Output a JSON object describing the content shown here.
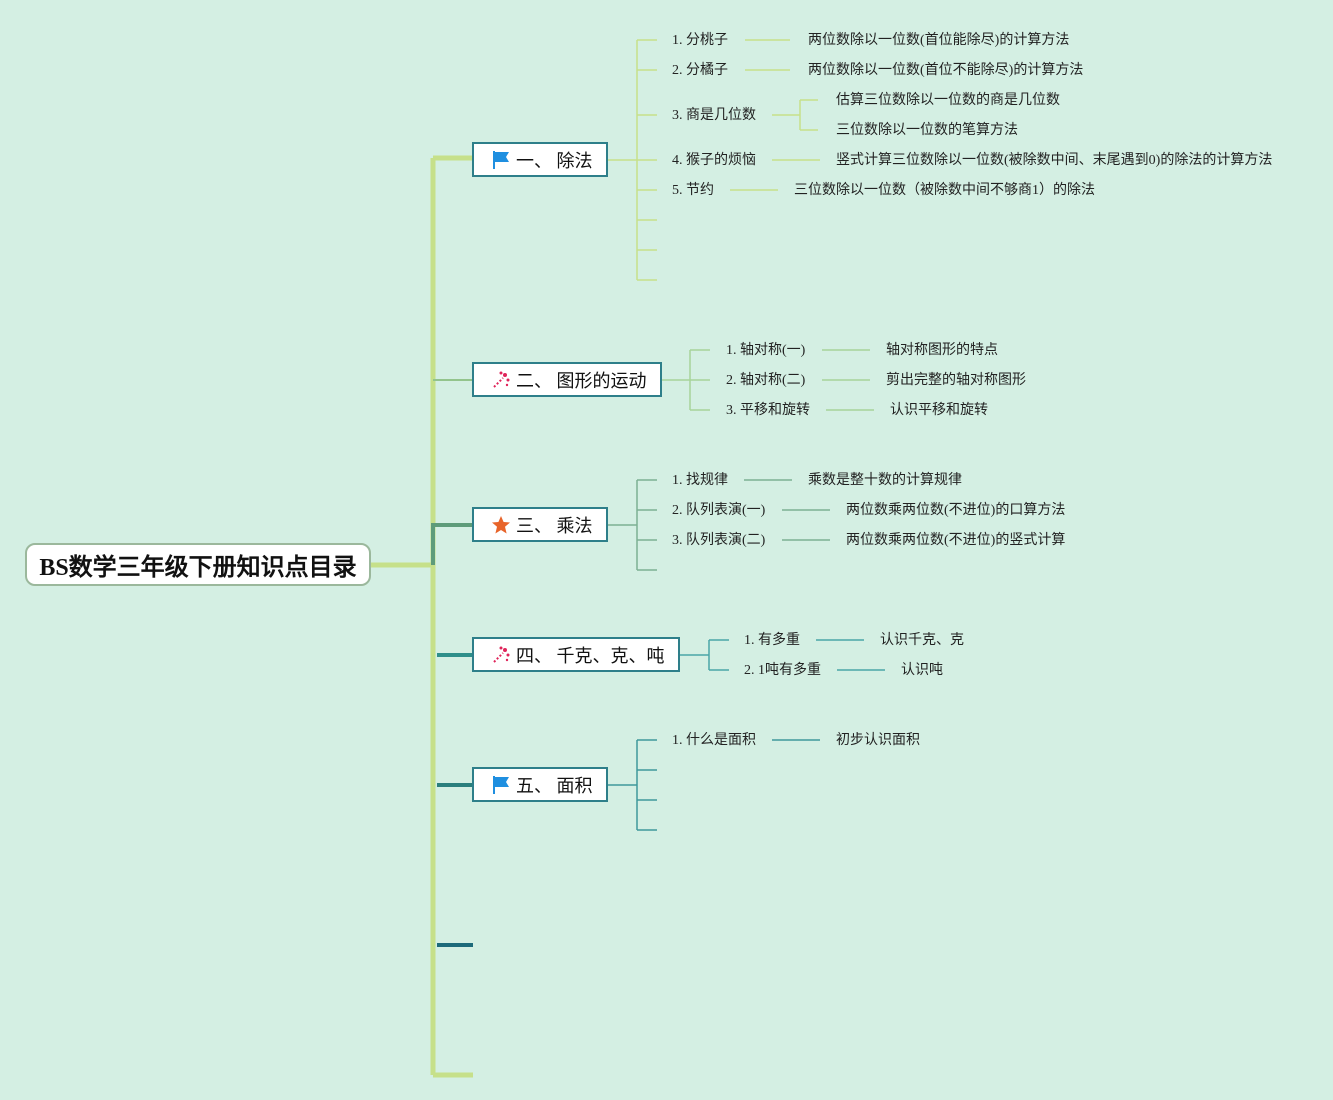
{
  "root": {
    "title": "BS数学三年级下册知识点目录"
  },
  "colors": {
    "background": "#d4efe3",
    "trunk": "#c6e08a",
    "branch_border": "#2e7f8a",
    "branch1_link": "#c6e08a",
    "branch2_link": "#93c48c",
    "branch3_link": "#5e9c7a",
    "branch4_link": "#2e8f8a",
    "branch5_link": "#2a7f7d",
    "empty_branch_link": "#1d6a7a",
    "flag_icon": "#1f8fe0",
    "star_icon": "#e8642a",
    "sparkle_icon": "#e0245a"
  },
  "branches": [
    {
      "label": "一、 除法",
      "icon": "flag-icon",
      "topics": [
        {
          "label": "1. 分桃子",
          "details": [
            "两位数除以一位数(首位能除尽)的计算方法"
          ]
        },
        {
          "label": "2. 分橘子",
          "details": [
            "两位数除以一位数(首位不能除尽)的计算方法"
          ]
        },
        {
          "label": "3. 商是几位数",
          "details": [
            "估算三位数除以一位数的商是几位数",
            "三位数除以一位数的笔算方法"
          ]
        },
        {
          "label": "4. 猴子的烦恼",
          "details": [
            "竖式计算三位数除以一位数(被除数中间、末尾遇到0)的除法的计算方法"
          ]
        },
        {
          "label": "5. 节约",
          "details": [
            "三位数除以一位数（被除数中间不够商1）的除法"
          ]
        }
      ]
    },
    {
      "label": "二、 图形的运动",
      "icon": "sparkle-icon",
      "topics": [
        {
          "label": "1. 轴对称(一)",
          "details": [
            "轴对称图形的特点"
          ]
        },
        {
          "label": "2. 轴对称(二)",
          "details": [
            "剪出完整的轴对称图形"
          ]
        },
        {
          "label": "3. 平移和旋转",
          "details": [
            "认识平移和旋转"
          ]
        }
      ]
    },
    {
      "label": "三、 乘法",
      "icon": "star-icon",
      "topics": [
        {
          "label": "1. 找规律",
          "details": [
            "乘数是整十数的计算规律"
          ]
        },
        {
          "label": "2. 队列表演(一)",
          "details": [
            "两位数乘两位数(不进位)的口算方法"
          ]
        },
        {
          "label": "3. 队列表演(二)",
          "details": [
            "两位数乘两位数(不进位)的竖式计算"
          ]
        }
      ]
    },
    {
      "label": "四、 千克、克、吨",
      "icon": "sparkle-icon",
      "topics": [
        {
          "label": "1. 有多重",
          "details": [
            "认识千克、克"
          ]
        },
        {
          "label": "2. 1吨有多重",
          "details": [
            "认识吨"
          ]
        }
      ]
    },
    {
      "label": "五、 面积",
      "icon": "flag-icon",
      "topics": [
        {
          "label": "1. 什么是面积",
          "details": [
            "初步认识面积"
          ]
        }
      ]
    }
  ]
}
